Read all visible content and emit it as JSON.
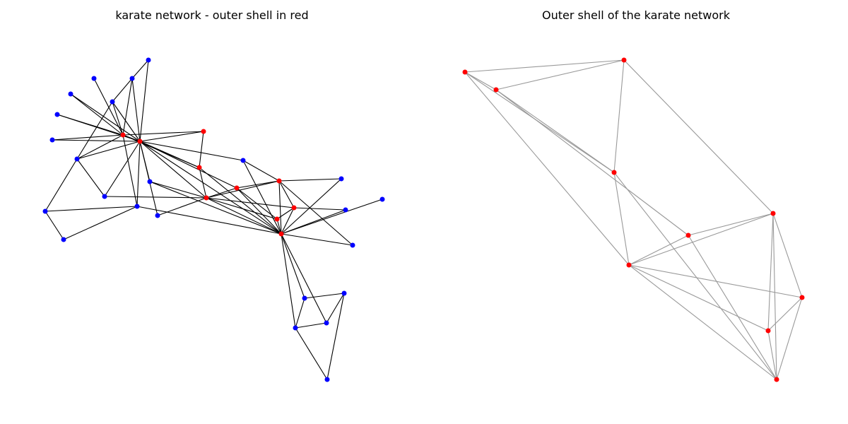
{
  "colors": {
    "background": "#ffffff",
    "core_node": "#ff0000",
    "other_node": "#0000ff",
    "full_graph_edge": "#000000",
    "shell_edge": "#999999"
  },
  "panels": [
    {
      "title": "karate network - outer shell in red",
      "node_types": [
        "core",
        "other"
      ],
      "edge_color_key": "full_graph_edge"
    },
    {
      "title": "Outer shell of the karate network",
      "node_types": [
        "core"
      ],
      "edge_color_key": "shell_edge"
    }
  ]
}
